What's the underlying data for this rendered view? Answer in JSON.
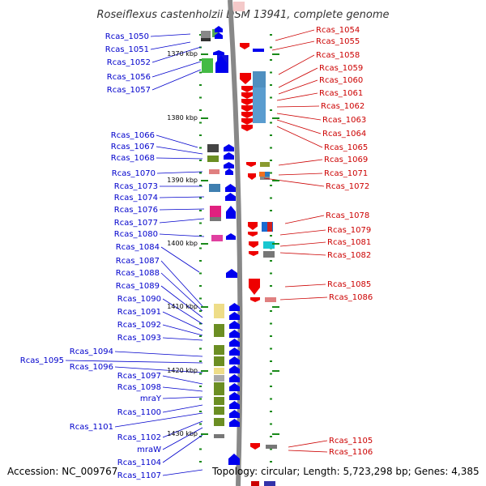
{
  "title": "Roseiflexus castenholzii DSM 13941, complete genome",
  "accession": "Accession: NC_009767",
  "summary": "Topology: circular; Length: 5,723,298 bp; Genes: 4,385",
  "colors": {
    "left_label": "#0000cc",
    "right_label": "#cc0000",
    "backbone": "#888888",
    "tick": "#1a8a1a"
  },
  "kbp_marks": [
    "1370 kbp",
    "1380 kbp",
    "1390 kbp",
    "1400 kbp",
    "1410 kbp",
    "1420 kbp",
    "1430 kbp"
  ],
  "left_labels": [
    "Rcas_1050",
    "Rcas_1051",
    "Rcas_1052",
    "Rcas_1056",
    "Rcas_1057",
    "Rcas_1066",
    "Rcas_1067",
    "Rcas_1068",
    "Rcas_1070",
    "Rcas_1073",
    "Rcas_1074",
    "Rcas_1076",
    "Rcas_1077",
    "Rcas_1080",
    "Rcas_1084",
    "Rcas_1087",
    "Rcas_1088",
    "Rcas_1089",
    "Rcas_1090",
    "Rcas_1091",
    "Rcas_1092",
    "Rcas_1093",
    "Rcas_1094",
    "Rcas_1095",
    "Rcas_1096",
    "Rcas_1097",
    "Rcas_1098",
    "mraY",
    "Rcas_1100",
    "Rcas_1101",
    "Rcas_1102",
    "mraW",
    "Rcas_1104",
    "Rcas_1107"
  ],
  "right_labels": [
    "Rcas_1054",
    "Rcas_1055",
    "Rcas_1058",
    "Rcas_1059",
    "Rcas_1060",
    "Rcas_1061",
    "Rcas_1062",
    "Rcas_1063",
    "Rcas_1064",
    "Rcas_1065",
    "Rcas_1069",
    "Rcas_1071",
    "Rcas_1072",
    "Rcas_1078",
    "Rcas_1079",
    "Rcas_1081",
    "Rcas_1082",
    "Rcas_1085",
    "Rcas_1086",
    "Rcas_1105",
    "Rcas_1106"
  ]
}
